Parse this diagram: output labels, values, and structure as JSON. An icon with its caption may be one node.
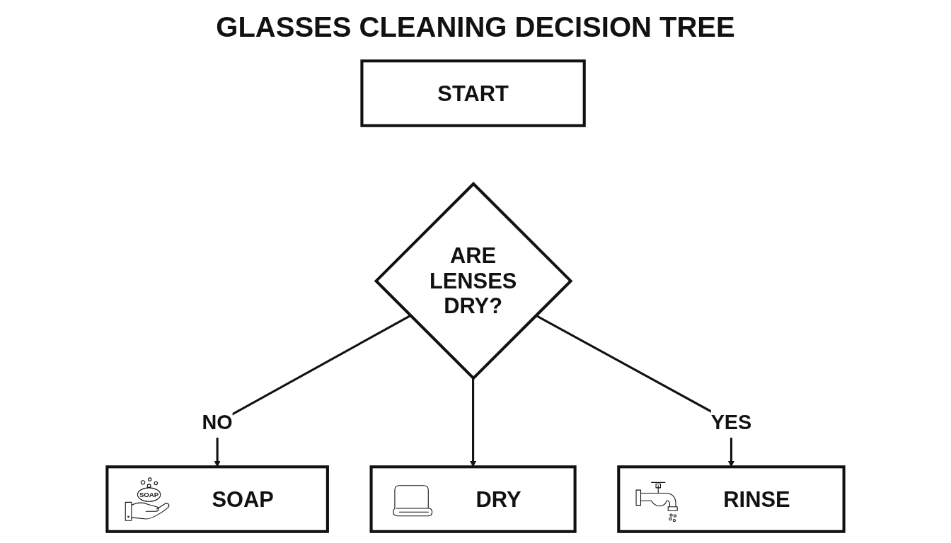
{
  "diagram": {
    "title": "GLASSES CLEANING DECISION TREE",
    "nodes": [
      {
        "text": [
          "START"
        ]
      },
      {
        "text": [
          "ARE LENSES DRY?"
        ]
      },
      {
        "text": [
          "SOAP",
          "SOAP"
        ]
      },
      {
        "text": [
          "RINSE"
        ]
      },
      {
        "text": [
          "DRY"
        ]
      }
    ],
    "edges": [
      {
        "from": 1,
        "to": 2,
        "arrow": "to",
        "label": "NO"
      },
      {
        "from": 1,
        "to": 4,
        "arrow": "to"
      },
      {
        "from": 1,
        "to": 3,
        "arrow": "to",
        "label": "YES"
      }
    ]
  }
}
